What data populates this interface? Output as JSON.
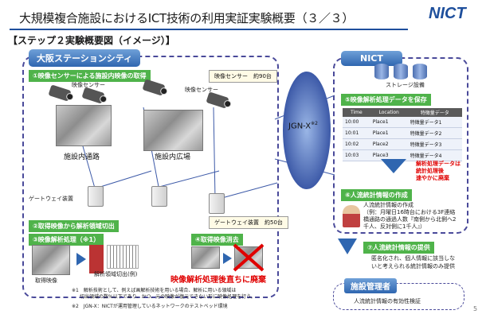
{
  "header": {
    "title": "大規模複合施設におけるICT技術の利用実証実験概要（３／３）",
    "logo": "NICT",
    "step_title": "【ステップ２実験概要図（イメージ）】"
  },
  "osaka": {
    "tab": "大阪ステーションシティ",
    "step1": "①映像センサーによる施設内映像の取得",
    "camera_label_left": "映像センサー",
    "camera_label_right": "映像センサー",
    "camera_count": "映像センサー　約90台",
    "place_left": "施設内通路",
    "place_right": "施設内広場",
    "gateway": "ゲートウェイ装置",
    "gateway_count": "ゲートウェイ装置　約50台",
    "step2": "②取得映像から解析領域切出",
    "step3": "③映像解析処理（※1）",
    "step4": "④取得映像消去",
    "video_caption": "取得映像",
    "cut_caption": "解析領域切出(例)",
    "delete_notice": "映像解析処理後直ちに廃棄",
    "footnote1": "※1　解析技術として、例えば画解析技術を用いる場合、解析に用いる領域は",
    "footnote1b": "切出領域の数%以下であり、かつ、元の映像が復元できない形に映像処理を行う。",
    "footnote2": "※2　JGN-X：NICTが運用管理しているネットワークのテストベッド環境"
  },
  "network": {
    "label": "JGN-X",
    "sup": "※2"
  },
  "nict": {
    "tab": "NICT",
    "storage": "ストレージ設備",
    "step5": "⑤映像解析処理データを保存",
    "table_headers": [
      "Time",
      "Location",
      "特徴量データ"
    ],
    "table_rows": [
      [
        "10:00",
        "Place1",
        "特徴量データ1"
      ],
      [
        "10:01",
        "Place1",
        "特徴量データ2"
      ],
      [
        "10:02",
        "Place2",
        "特徴量データ3"
      ],
      [
        "10:03",
        "Place3",
        "特徴量データ4"
      ]
    ],
    "disposal_1": "解析処理データは",
    "disposal_2": "統計処理後",
    "disposal_3": "速やかに廃棄",
    "step6": "⑥人流統計情報の作成",
    "stats_1": "人流統計情報の作成",
    "stats_2": "（例：月曜日16時台における3F連絡",
    "stats_3": "橋通路の通過人数『南側から北側へ2",
    "stats_4": "千人、反対側に1千人』）",
    "step7": "⑦人流統計情報の提供",
    "provide_1": "匿名化され、個人情報に該当しな",
    "provide_2": "いと考えられる統計情報のみ提供"
  },
  "facility": {
    "tab": "施設管理者",
    "text": "人流統計情報の有効性検証"
  },
  "page_number": "5"
}
